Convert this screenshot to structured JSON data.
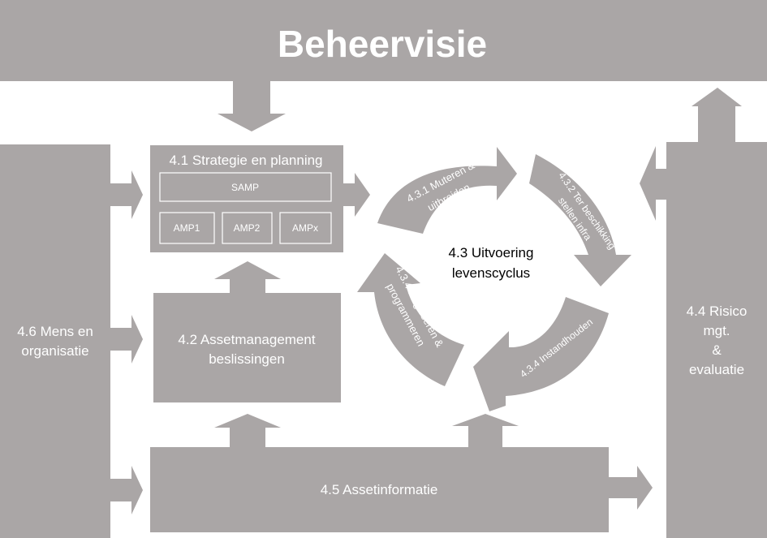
{
  "colors": {
    "shape": "#aaa6a6",
    "text_light": "#ffffff",
    "text_dark": "#000000",
    "background": "#ffffff"
  },
  "header": {
    "title": "Beheervisie"
  },
  "strategy": {
    "title": "4.1 Strategie en planning",
    "samp": "SAMP",
    "amps": [
      "AMP1",
      "AMP2",
      "AMPx"
    ]
  },
  "decisions": {
    "line1": "4.2 Assetmanagement",
    "line2": "beslissingen"
  },
  "lifecycle": {
    "center_line1": "4.3 Uitvoering",
    "center_line2": "levenscyclus",
    "arrows": {
      "muteren": {
        "line1": "4.3.1 Muteren &",
        "line2": "uitbreiden"
      },
      "ter_beschikking": {
        "line1": "4.3.2 Ter beschikking",
        "line2": "stellen infra"
      },
      "instandhouden": {
        "line1": "4.3.4 Instandhouden"
      },
      "regisseren": {
        "line1": "4.3.4 Regisseren &",
        "line2": "programmeren"
      }
    }
  },
  "risk": {
    "line1": "4.4 Risico",
    "line2": "mgt.",
    "line3": "&",
    "line4": "evaluatie"
  },
  "info": {
    "title": "4.5 Assetinformatie"
  },
  "people": {
    "line1": "4.6 Mens en",
    "line2": "organisatie"
  }
}
